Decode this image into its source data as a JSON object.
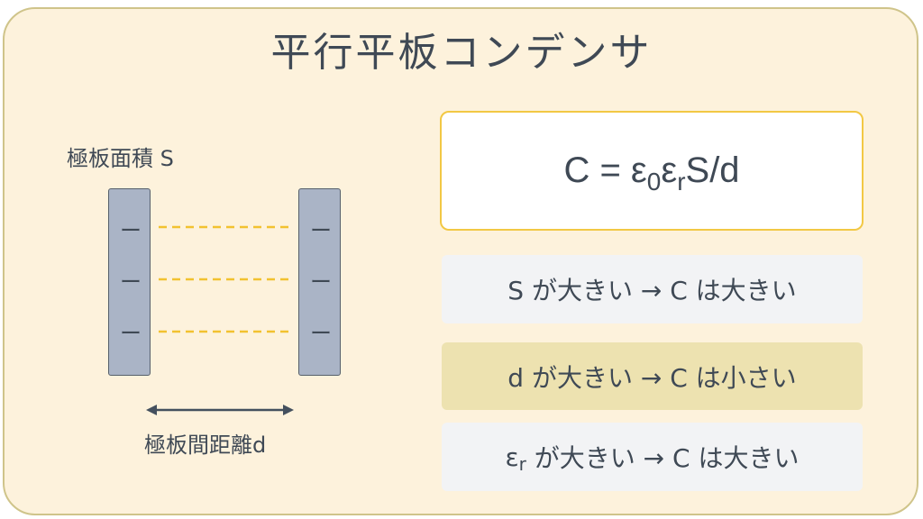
{
  "title": "平行平板コンデンサ",
  "diagram": {
    "area_label": "極板面積 S",
    "distance_label": "極板間距離d",
    "left_plate_charges": [
      "ー",
      "ー",
      "ー"
    ],
    "right_plate_charges": [
      "ー",
      "ー",
      "ー"
    ]
  },
  "formula": {
    "lhs": "C = ",
    "eps0": "ε",
    "eps0_sub": "0",
    "epsr": "ε",
    "epsr_sub": "r",
    "rest": "S/d"
  },
  "rules": [
    {
      "text": "S が大きい → C は大きい"
    },
    {
      "text": "d が大きい → C は小さい"
    },
    {
      "prefix": "ε",
      "prefix_sub": "r",
      "text": " が大きい → C は大きい"
    }
  ],
  "colors": {
    "background": "#fdf2dc",
    "border": "#cfc48a",
    "plate": "#aab4c6",
    "field_line": "#f2c230",
    "formula_border": "#f2c844",
    "rule_highlight": "#ede2b0",
    "rule_default": "#f2f3f5",
    "text": "#3f4955"
  }
}
